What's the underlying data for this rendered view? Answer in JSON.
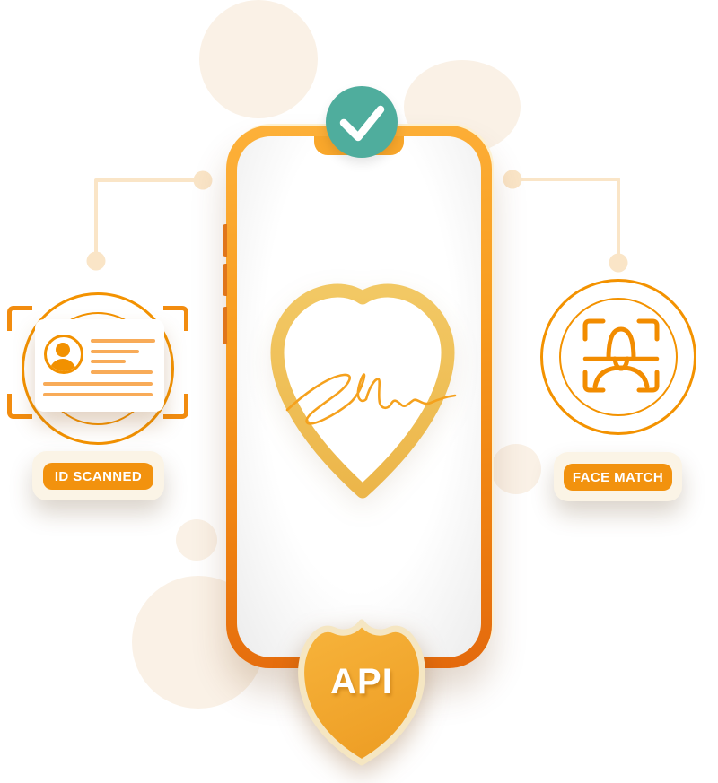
{
  "illustration": {
    "badges": {
      "id_scanned": "ID SCANNED",
      "face_match": "FACE MATCH",
      "api": "API"
    },
    "colors": {
      "orange_primary": "#F2920E",
      "orange_frame_top": "#FBAD33",
      "orange_frame_bottom": "#E3690D",
      "orange_icon_stroke": "#F39200",
      "line_light_orange": "#F8AB58",
      "gold_shield": "#EFBC52",
      "signature_orange": "#F5A11D",
      "teal_check": "#4FAD9D",
      "peach_connector": "#FAE5C7",
      "cream_blob": "#FAF1E6",
      "cream_plate": "#FBF4E6",
      "api_shield_fill": "#F3A82F",
      "api_shield_border": "#F5E6C2",
      "white": "#FFFFFF"
    },
    "icons": {
      "check": "check-icon",
      "id_card": "id-card-icon",
      "face_scan": "face-scan-icon",
      "shield_signature": "shield-signature-icon",
      "api_shield": "api-shield-icon"
    }
  }
}
